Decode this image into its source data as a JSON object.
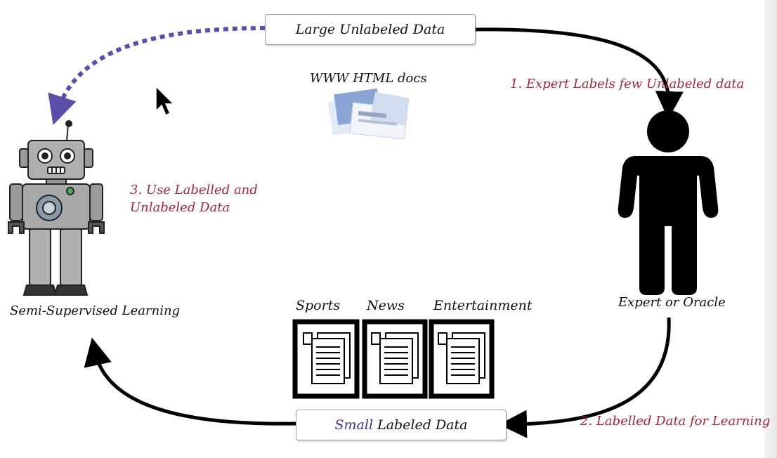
{
  "nodes": {
    "large_unlabeled": "Large Unlabeled Data",
    "www_html": "WWW HTML docs",
    "expert": "Expert or Oracle",
    "learner": "Semi-Supervised Learning",
    "small_labeled_prefix": "Small",
    "small_labeled_suffix": " Labeled Data"
  },
  "steps": {
    "step1": "1. Expert Labels few  Unlabeled data",
    "step2": "2. Labelled Data for Learning",
    "step3_line1": "3. Use  Labelled and",
    "step3_line2": "Unlabeled Data"
  },
  "categories": [
    "Sports",
    "News",
    "Entertainment"
  ],
  "colors": {
    "step_text": "#a0283c",
    "dotted_arrow": "#5a4fa8",
    "small_text": "#4a2e8c",
    "arrow": "#000000"
  }
}
